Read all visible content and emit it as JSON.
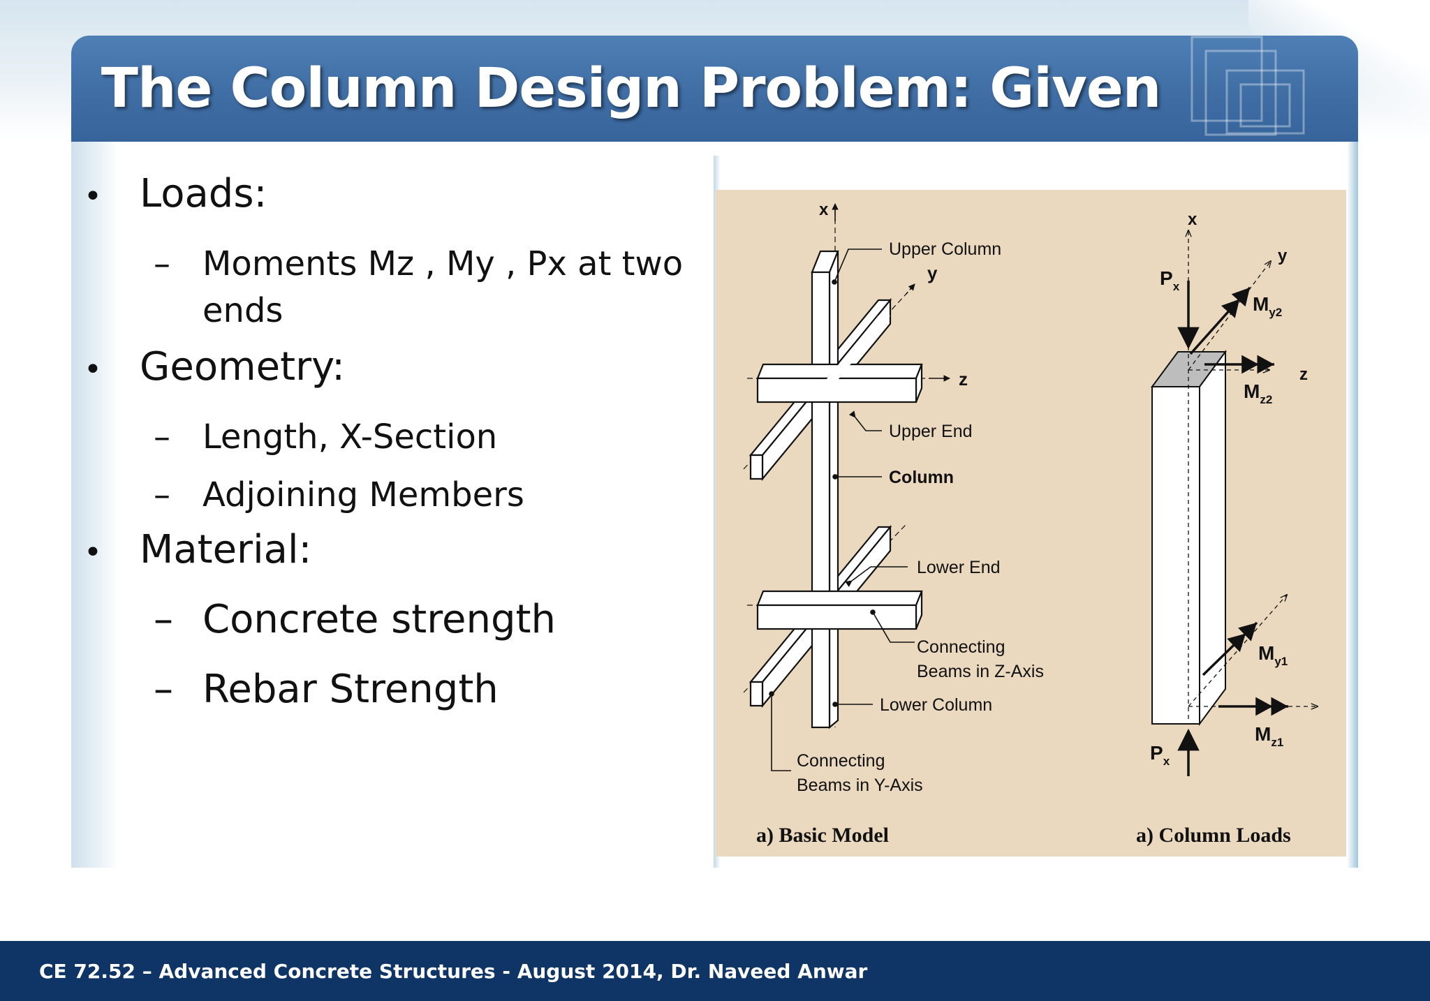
{
  "slide": {
    "title": "The Column Design Problem: Given",
    "footer": "CE 72.52 – Advanced Concrete Structures - August 2014,  Dr. Naveed Anwar"
  },
  "bullets": [
    {
      "label": "Loads:",
      "subs": [
        "Moments Mz , My , Px  at two",
        "ends"
      ]
    },
    {
      "label": "Geometry:",
      "subs": [
        "Length, X-Section",
        "Adjoining Members"
      ]
    },
    {
      "label": "Material:",
      "subs": [
        "Concrete strength",
        "Rebar Strength"
      ]
    }
  ],
  "figure": {
    "basic_model": {
      "caption": "a) Basic Model",
      "axis_x": "x",
      "axis_y": "y",
      "axis_z": "z",
      "labels": {
        "upper_column": "Upper Column",
        "upper_end": "Upper End",
        "column": "Column",
        "lower_end": "Lower End",
        "connecting_z_1": "Connecting",
        "connecting_z_2": "Beams in Z-Axis",
        "lower_column": "Lower Column",
        "connecting_y_1": "Connecting",
        "connecting_y_2": "Beams in Y-Axis"
      }
    },
    "column_loads": {
      "caption": "a) Column Loads",
      "axis_x": "x",
      "axis_y": "y",
      "axis_z": "z",
      "loads": {
        "px_top": "P",
        "px_top_sub": "x",
        "my2": "M",
        "my2_sub": "y2",
        "mz2": "M",
        "mz2_sub": "z2",
        "my1": "M",
        "my1_sub": "y1",
        "mz1": "M",
        "mz1_sub": "z1",
        "px_bot": "P",
        "px_bot_sub": "x"
      }
    },
    "background_color": "#ead9bf"
  },
  "colors": {
    "title_bar": "#3e6ca3",
    "footer": "#0e3565"
  }
}
